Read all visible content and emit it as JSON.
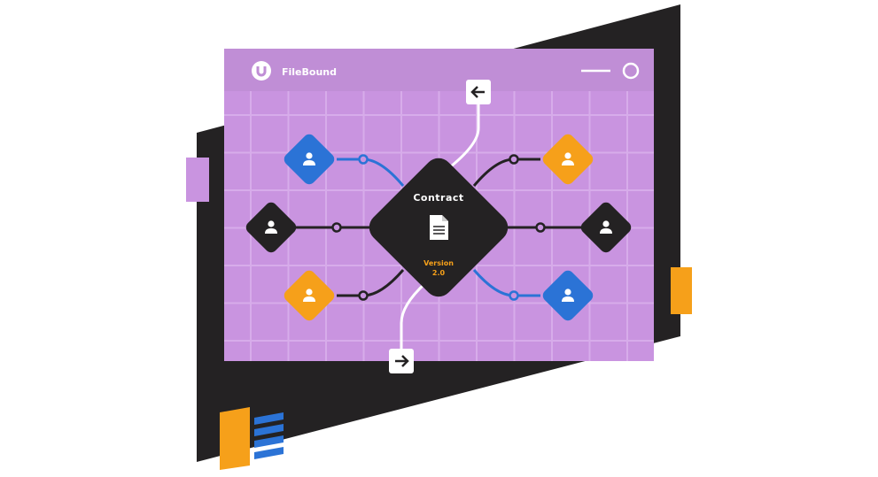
{
  "app": {
    "name": "FileBound",
    "logo_letter": "U"
  },
  "center_node": {
    "title": "Contract",
    "version_label": "Version",
    "version_number": "2.0"
  },
  "colors": {
    "purple": "#c994e0",
    "titlebar": "#c08ed6",
    "dark": "#242223",
    "blue": "#2b73d6",
    "orange": "#f6a01a"
  },
  "nodes": [
    {
      "color": "blue",
      "icon": "user-icon"
    },
    {
      "color": "dark",
      "icon": "user-icon"
    },
    {
      "color": "orange",
      "icon": "user-icon"
    },
    {
      "color": "orange",
      "icon": "user-icon"
    },
    {
      "color": "dark",
      "icon": "user-icon"
    },
    {
      "color": "blue",
      "icon": "user-icon"
    }
  ]
}
